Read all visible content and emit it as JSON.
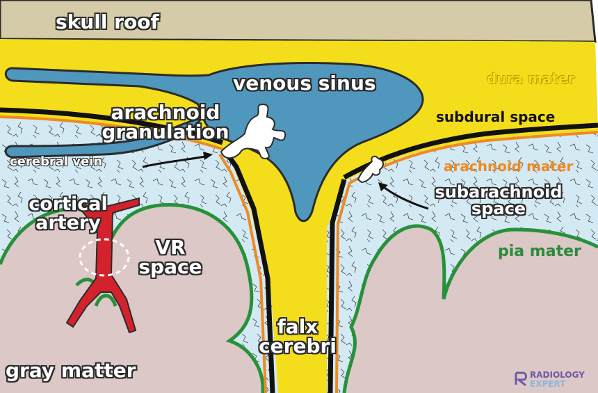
{
  "labels": {
    "skull_roof": "skull roof",
    "dura_mater": "dura mater",
    "venous_sinus": "venous sinus",
    "arachnoid_granulation_1": "arachnoid",
    "arachnoid_granulation_2": "granulation",
    "subdural_space": "subdural space",
    "cerebral_vein": "cerebral vein",
    "arachnoid_mater": "arachnoid mater",
    "cortical_artery_1": "cortical",
    "cortical_artery_2": "artery",
    "vr_space_1": "VR",
    "vr_space_2": "space",
    "subarachnoid_space_1": "subarachnoid",
    "subarachnoid_space_2": "space",
    "pia_mater": "pia mater",
    "falx_cerebri_1": "falx",
    "falx_cerebri_2": "cerebri",
    "gray_matter": "gray matter"
  },
  "logo": {
    "line1": "RADIOLOGY",
    "line2": "EXPERT"
  },
  "colors": {
    "skull": "#d6cba8",
    "dura": "#f4dd1a",
    "venous": "#4f97bd",
    "csf": "#d3e9f3",
    "gray_matter": "#dcc8c6",
    "arachnoid_line": "#ee8a22",
    "pia_line": "#27913a",
    "artery": "#d3222c",
    "dura_label": "#d9b800",
    "pia_label": "#2a8a3b",
    "logo": "#6f5aa5"
  }
}
